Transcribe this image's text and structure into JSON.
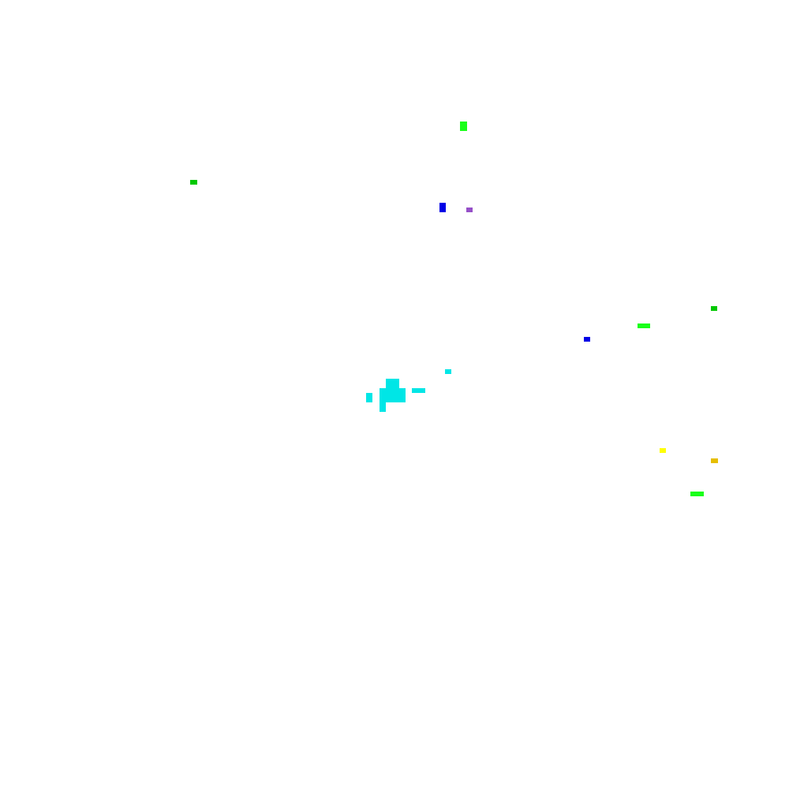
{
  "colors": {
    "background": "#ffffff",
    "bright_green": "#19ff19",
    "green": "#00c800",
    "blue": "#0000e6",
    "violet": "#9650c8",
    "cyan": "#00e6e6",
    "yellow": "#ffff00",
    "gold": "#e6be00"
  },
  "blobs": [
    {
      "name": "bright-green-blob-1",
      "color": "bright_green"
    },
    {
      "name": "green-blob-1",
      "color": "green"
    },
    {
      "name": "blue-blob-1",
      "color": "blue"
    },
    {
      "name": "violet-blob",
      "color": "violet"
    },
    {
      "name": "green-blob-2",
      "color": "green"
    },
    {
      "name": "bright-green-blob-2",
      "color": "bright_green"
    },
    {
      "name": "blue-blob-2",
      "color": "blue"
    },
    {
      "name": "cyan-blob-small",
      "color": "cyan"
    },
    {
      "name": "cyan-cluster",
      "color": "cyan"
    },
    {
      "name": "cyan-blob-bar",
      "color": "cyan"
    },
    {
      "name": "yellow-blob",
      "color": "yellow"
    },
    {
      "name": "gold-blob",
      "color": "gold"
    },
    {
      "name": "bright-green-blob-3",
      "color": "bright_green"
    }
  ]
}
